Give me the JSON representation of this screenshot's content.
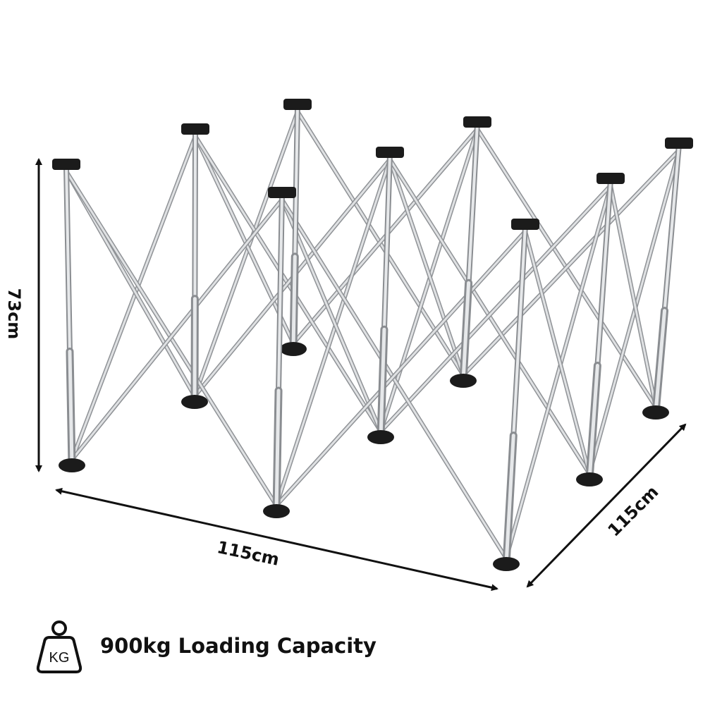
{
  "dimensions": {
    "height": "73cm",
    "width": "115cm",
    "depth": "115cm"
  },
  "capacity": {
    "icon": "weight-kg-icon",
    "icon_label": "KG",
    "text": "900kg Loading Capacity"
  },
  "colors": {
    "frame": "#b9bcc0",
    "caps": "#1b1b1b",
    "text": "#111111"
  }
}
